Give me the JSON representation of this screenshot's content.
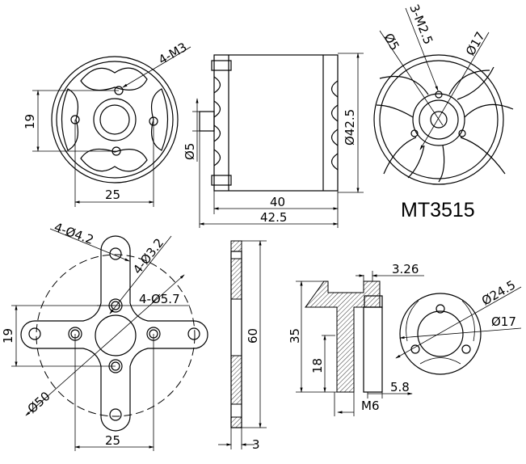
{
  "front_view": {
    "holes_label": "4-M3",
    "dim_vertical": "19",
    "dim_horizontal": "25"
  },
  "side_view": {
    "shaft_dia": "Ø5",
    "body_dia": "Ø42.5",
    "body_length": "40",
    "total_length": "42.5"
  },
  "rear_view": {
    "shaft_dia": "Ø5",
    "holes_label": "3-M2.5",
    "bolt_circle": "Ø17",
    "model": "MT3515"
  },
  "cross_mount": {
    "outer_holes": "4-Ø4.2",
    "inner_holes": "4-Ø3.2",
    "counterbore": "4-Ø5.7",
    "dim_vertical": "19",
    "circle_dia": "Ø50",
    "dim_horizontal": "25"
  },
  "mount_side": {
    "length": "60",
    "thickness": "3"
  },
  "prop_adapter": {
    "top_width": "3.26",
    "height": "35",
    "stem_height": "18",
    "thread": "M6",
    "bore": "5.8",
    "outer_dia": "Ø24.5",
    "bolt_circle": "Ø17"
  }
}
